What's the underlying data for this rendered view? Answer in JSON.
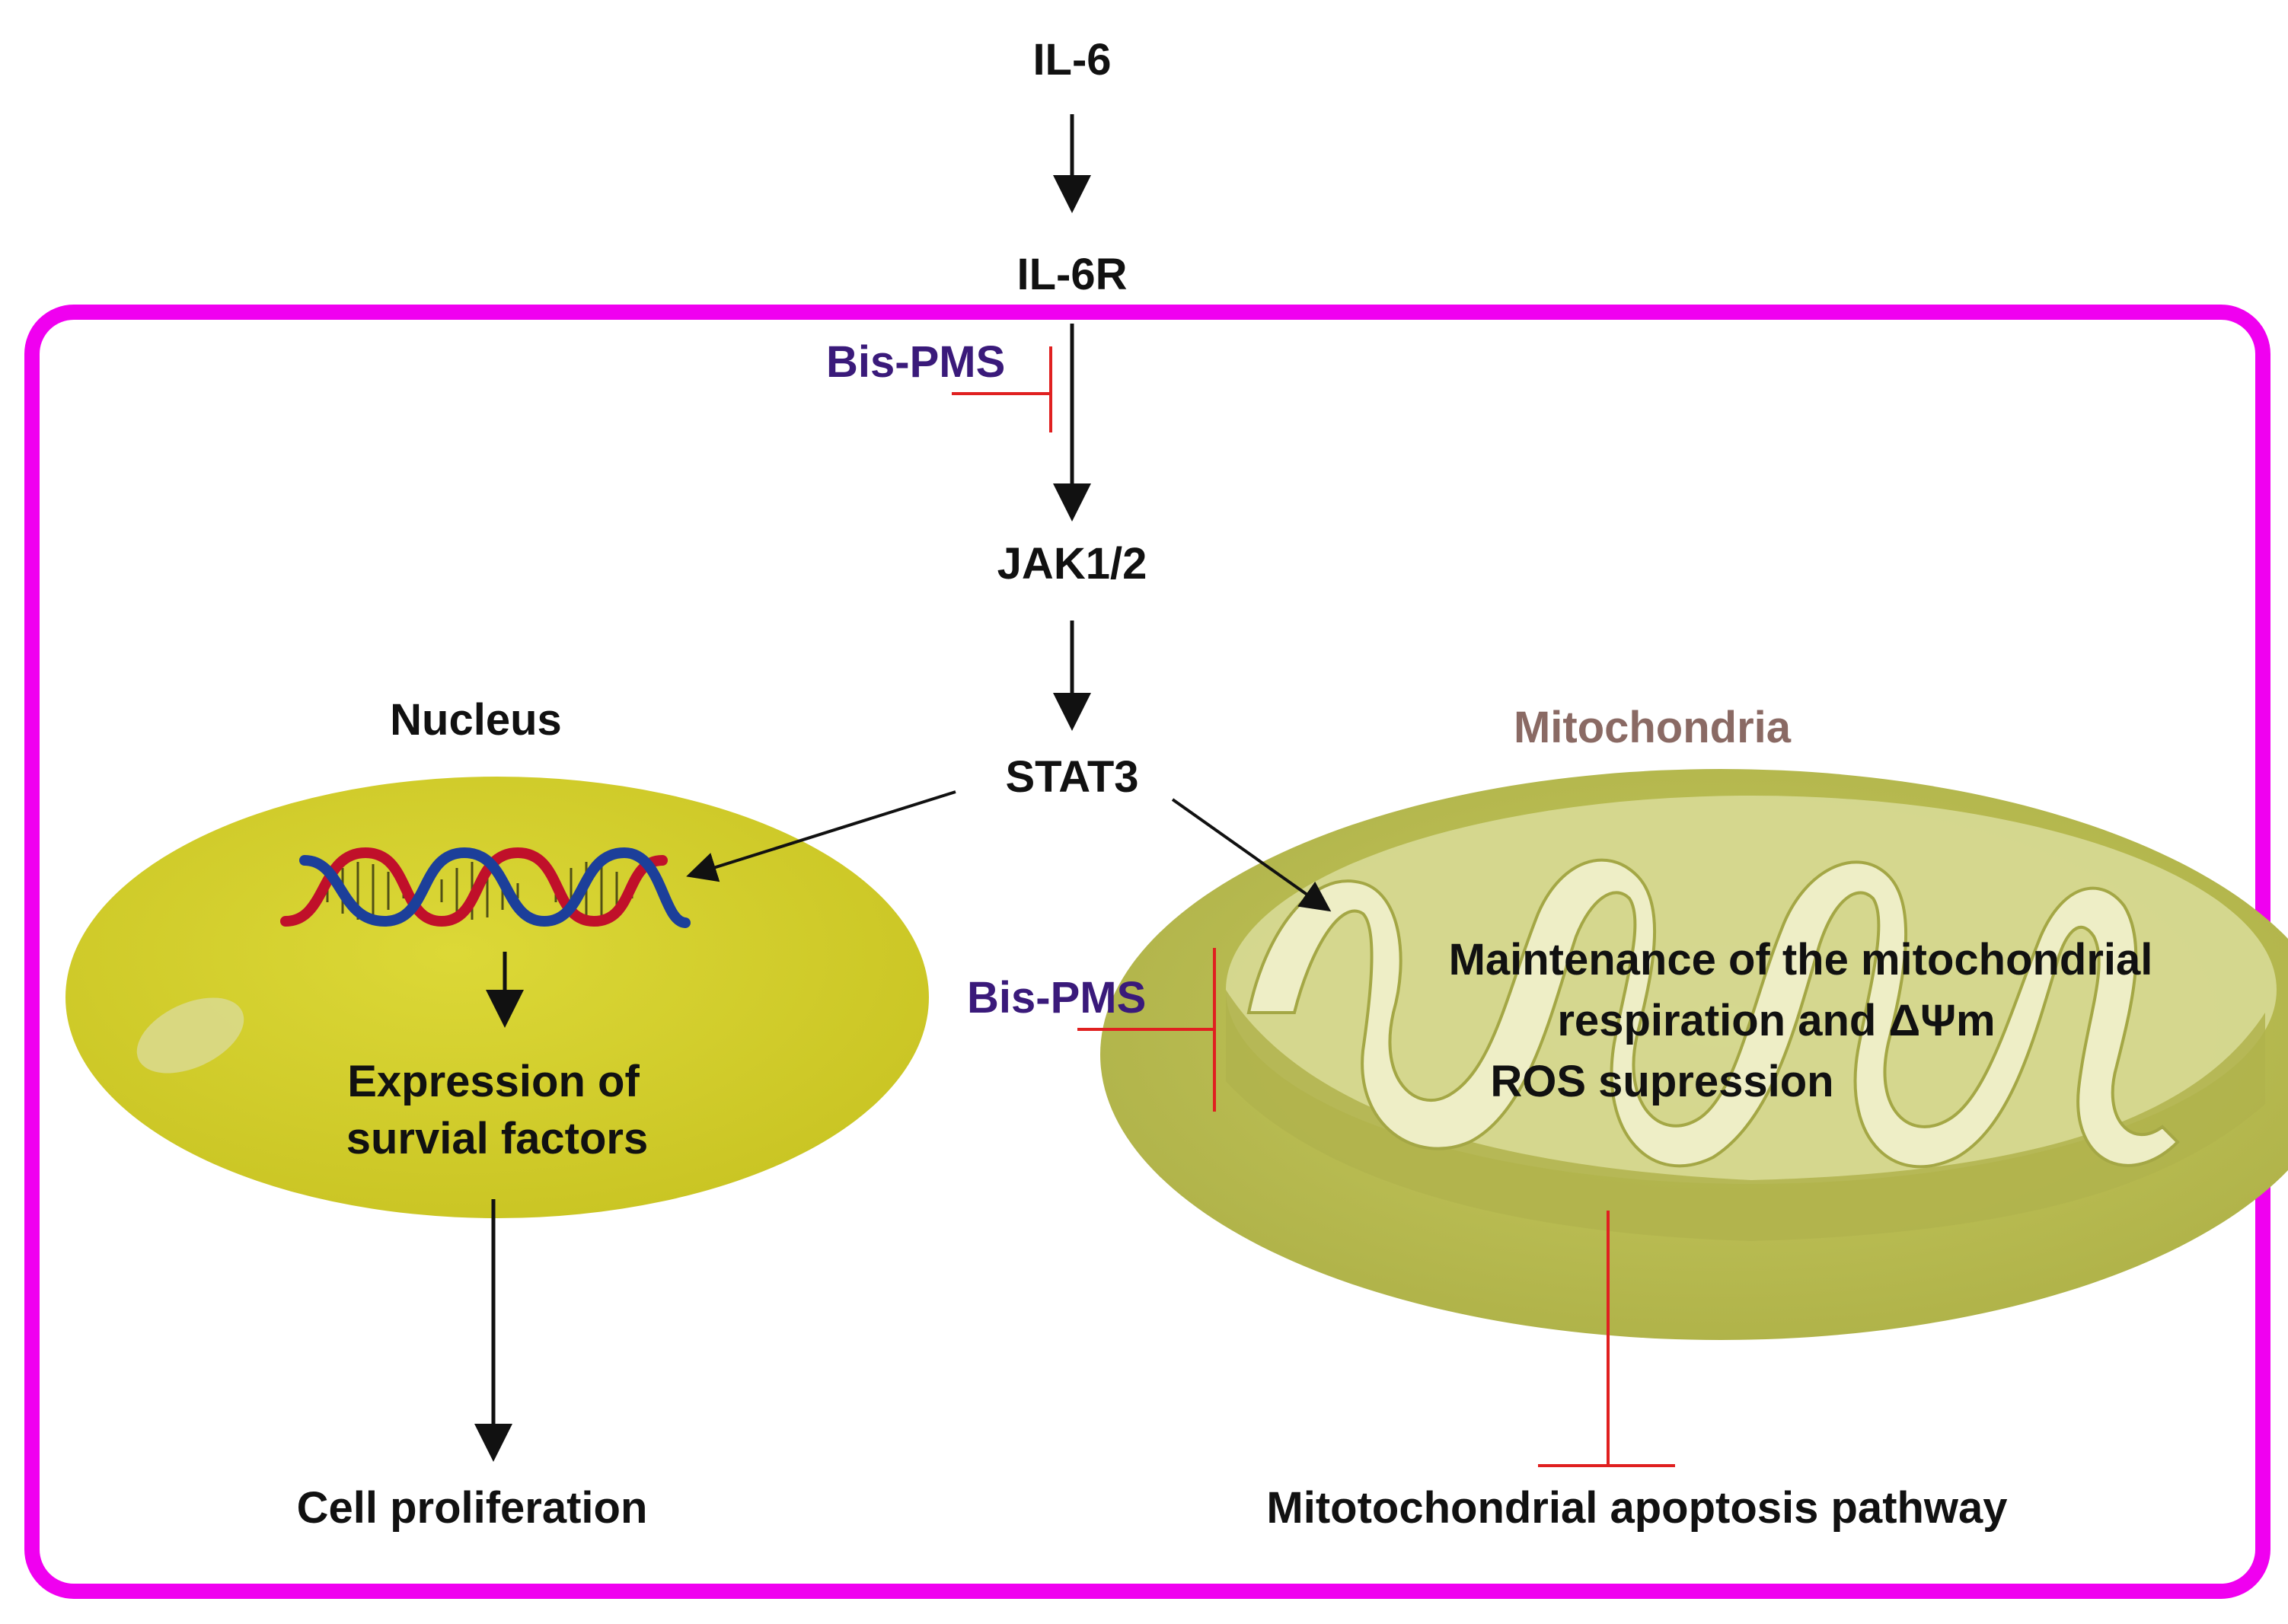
{
  "colors": {
    "cell_membrane": "#f000f0",
    "inhibition": "#e02020",
    "drug_label": "#3a1a7a",
    "mitochondria_label": "#8a6a64",
    "nucleus_fill": "#d4d02a",
    "mitochondria_fill": "#b8bb50",
    "dna_strand_red": "#c0102a",
    "dna_strand_blue": "#1c3f9a"
  },
  "labels": {
    "il6": "IL-6",
    "il6r": "IL-6R",
    "bis_pms_top": "Bis-PMS",
    "jak": "JAK1/2",
    "stat3": "STAT3",
    "nucleus": "Nucleus",
    "mitochondria": "Mitochondria",
    "expression_line1": "Expression of",
    "expression_line2": "survial factors",
    "maintenance_line1": "Maintenance of the mitochondrial",
    "maintenance_line2": "respiration and ΔΨm",
    "maintenance_line3": "ROS supression",
    "bis_pms_mito": "Bis-PMS",
    "cell_proliferation": "Cell proliferation",
    "apoptosis": "Mitotochondrial apoptosis pathway"
  },
  "icons": {
    "dna": "dna-double-helix-icon"
  }
}
